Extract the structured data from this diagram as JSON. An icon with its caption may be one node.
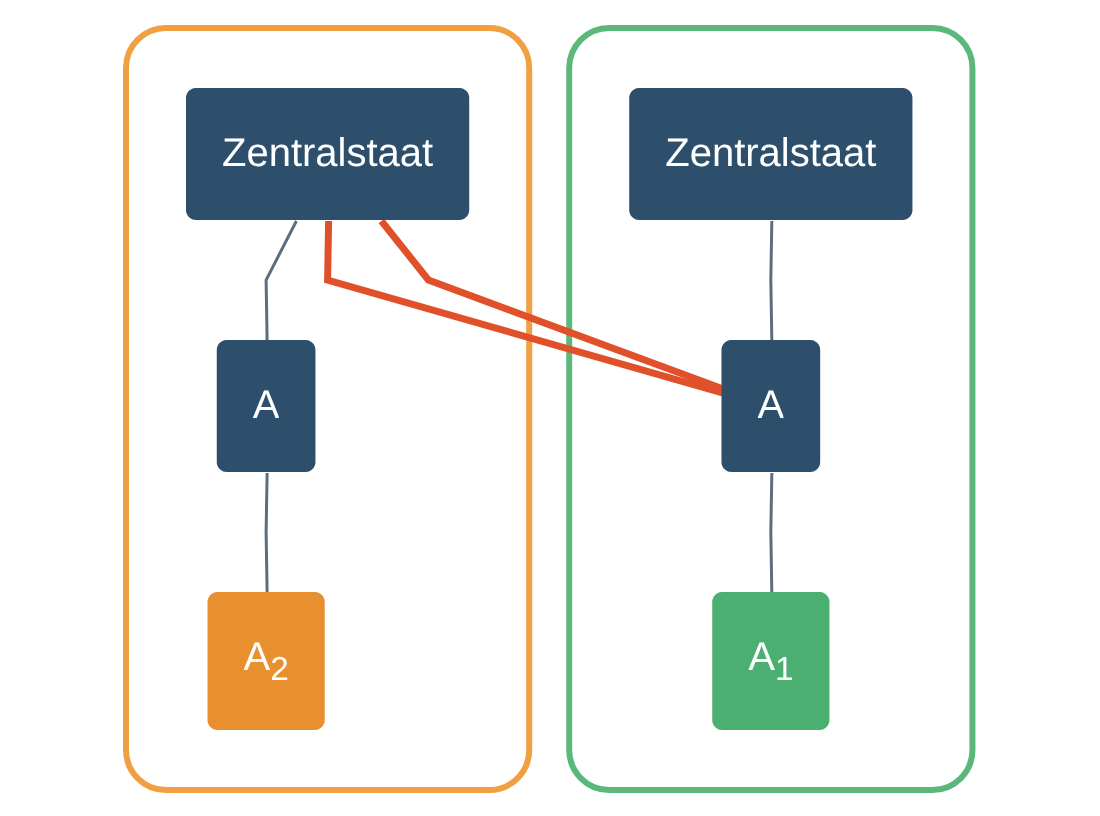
{
  "diagram": {
    "nodes": [
      {
        "text": [],
        "shape": "box"
      },
      {
        "text": [
          "Zentralstaat"
        ],
        "in": 0
      },
      {
        "text": [
          "A"
        ],
        "in": 0
      },
      {
        "text": [
          "A$_{1}$"
        ],
        "in": 0
      },
      {
        "text": [],
        "shape": "box"
      },
      {
        "text": [
          "Zentralstaat"
        ],
        "in": 4
      },
      {
        "text": [
          "A"
        ],
        "in": 4
      },
      {
        "text": [
          "A$_{2}$"
        ],
        "in": 4
      }
    ],
    "edges": [
      {
        "from": 1,
        "to": 2,
        "arrow": "none"
      },
      {
        "from": 2,
        "to": 3,
        "arrow": "none"
      },
      {
        "from": 5,
        "to": 6,
        "arrow": "none"
      },
      {
        "from": 6,
        "to": 7,
        "arrow": "none"
      },
      {
        "from": 5,
        "to": 2,
        "arrow": "none",
        "style": "thick",
        "color": "#e0502a"
      },
      {
        "from": 5,
        "to": 2,
        "arrow": "none",
        "style": "thick",
        "color": "#e0502a"
      }
    ]
  }
}
